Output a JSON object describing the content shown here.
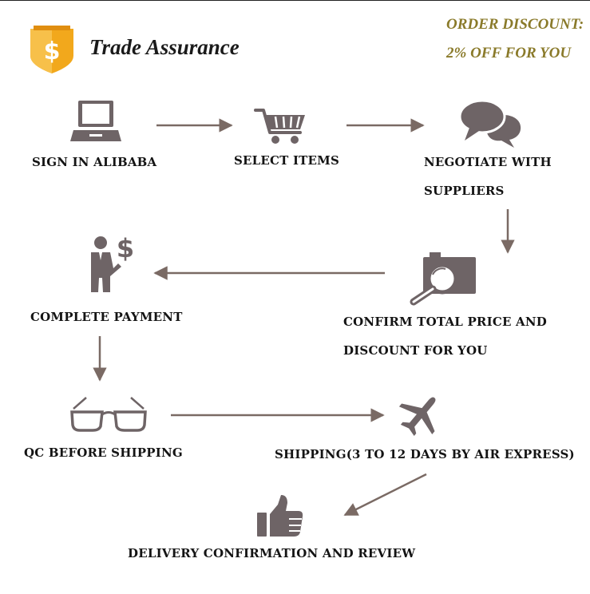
{
  "header": {
    "brand_label": "Trade Assurance",
    "discount_line1": "ORDER DISCOUNT:",
    "discount_line2": "2% OFF FOR YOU"
  },
  "steps": {
    "sign_in": "SIGN IN ALIBABA",
    "select_items": "SELECT ITEMS",
    "negotiate_l1": "NEGOTIATE WITH",
    "negotiate_l2": "SUPPLIERS",
    "confirm_l1": "CONFIRM TOTAL PRICE AND",
    "confirm_l2": "DISCOUNT FOR YOU",
    "complete_payment": "COMPLETE PAYMENT",
    "qc": "QC BEFORE SHIPPING",
    "shipping": "SHIPPING(3 TO 12 DAYS BY AIR EXPRESS)",
    "delivery": "DELIVERY CONFIRMATION AND REVIEW"
  },
  "icons": {
    "shield": "shield-dollar-icon",
    "laptop": "laptop-icon",
    "cart": "shopping-cart-icon",
    "chat": "chat-bubbles-icon",
    "magnifier": "magnifier-icon",
    "payment": "businessman-dollar-icon",
    "glasses": "glasses-icon",
    "plane": "airplane-icon",
    "thumb": "thumbs-up-icon"
  },
  "colors": {
    "icon": "#6e6466",
    "arrow": "#7a6a64",
    "shield_gold": "#f2a81c",
    "discount_text": "#8a7a2a"
  }
}
